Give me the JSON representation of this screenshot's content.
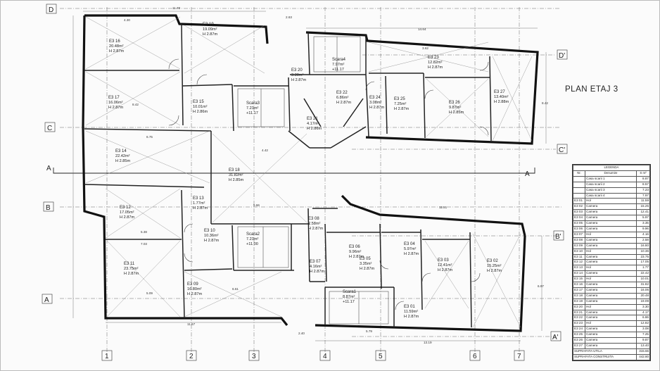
{
  "title": "PLAN ETAJ 3",
  "axes": {
    "rows": [
      "D",
      "C",
      "B",
      "A",
      "D'",
      "C'",
      "B'",
      "A'"
    ],
    "cols": [
      "1",
      "2",
      "3",
      "4",
      "5",
      "6",
      "7"
    ]
  },
  "section": {
    "left": "A",
    "right": "A"
  },
  "rooms": [
    {
      "code": "E3 16",
      "area": "20.48m²",
      "height": "H 2.87m"
    },
    {
      "code": "E3 19",
      "area": "19.09m²",
      "height": "H 2.87m"
    },
    {
      "code": "Scara4",
      "area": "7.97m²",
      "height": "+11.17"
    },
    {
      "code": "E3 20",
      "area": "3.30m²",
      "height": "H 2.87m"
    },
    {
      "code": "E3 23",
      "area": "12.82m²",
      "height": "H 2.87m"
    },
    {
      "code": "E3 17",
      "area": "16.06m²",
      "height": "H 2.87m"
    },
    {
      "code": "E3 15",
      "area": "10.01m²",
      "height": "H 2.86m"
    },
    {
      "code": "Scara3",
      "area": "7.23m²",
      "height": "+11.17"
    },
    {
      "code": "E3 21",
      "area": "4.17m²",
      "height": "H 2.86m"
    },
    {
      "code": "E3 22",
      "area": "6.86m²",
      "height": "H 2.87m"
    },
    {
      "code": "E3 24",
      "area": "3.08m²",
      "height": "H 2.87m"
    },
    {
      "code": "E3 25",
      "area": "7.25m²",
      "height": "H 2.87m"
    },
    {
      "code": "E3 26",
      "area": "9.87m²",
      "height": "H 2.85m"
    },
    {
      "code": "E3 27",
      "area": "13.40m²",
      "height": "H 2.88m"
    },
    {
      "code": "E3 14",
      "area": "22.42m²",
      "height": "H 2.85m"
    },
    {
      "code": "E3 18",
      "area": "31.82m²",
      "height": "H 2.85m"
    },
    {
      "code": "E3 13",
      "area": "1.77m²",
      "height": "H 2.87m"
    },
    {
      "code": "E3 12",
      "area": "17.05m²",
      "height": "H 2.87m"
    },
    {
      "code": "E3 08",
      "area": "2.58m²",
      "height": "H 2.87m"
    },
    {
      "code": "E3 10",
      "area": "10.36m²",
      "height": "H 2.87m"
    },
    {
      "code": "Scara2",
      "area": "7.23m²",
      "height": "+11.00"
    },
    {
      "code": "E3 11",
      "area": "23.75m²",
      "height": "H 2.87m"
    },
    {
      "code": "E3 06",
      "area": "9.96m²",
      "height": "H 2.87m"
    },
    {
      "code": "E3 04",
      "area": "5.97m²",
      "height": "H 2.87m"
    },
    {
      "code": "E3 03",
      "area": "12.41m²",
      "height": "H 2.87m"
    },
    {
      "code": "E3 02",
      "area": "15.25m²",
      "height": "H 2.87m"
    },
    {
      "code": "E3 07",
      "area": "4.16m²",
      "height": "H 2.87m"
    },
    {
      "code": "E3 05",
      "area": "3.35m²",
      "height": "H 2.87m"
    },
    {
      "code": "E3 09",
      "area": "16.80m²",
      "height": "H 2.87m"
    },
    {
      "code": "Scara1",
      "area": "8.87m²",
      "height": "+11.17"
    },
    {
      "code": "E3 01",
      "area": "11.59m²",
      "height": "H 2.87m"
    }
  ],
  "dimensions": {
    "top": [
      "11.70",
      "4.30",
      "2.63",
      "14.64",
      "3.62"
    ],
    "bottom": [
      "11.67",
      "2.40",
      "13.19",
      "5.79"
    ],
    "right": [
      "6.97",
      "8.42"
    ],
    "center": [
      "8.42",
      "4.42",
      "6.75",
      "5.66",
      "5.38",
      "11.51",
      "7.03",
      "6.61",
      "5.09"
    ]
  },
  "legend": {
    "title": "LEGENDA",
    "headers": [
      "Nr.",
      "Denumire",
      "S m²"
    ],
    "rows": [
      [
        "",
        "Casa scarii 1",
        "8.87"
      ],
      [
        "",
        "Casa scarii 2",
        "8.57"
      ],
      [
        "",
        "Casa scarii 3",
        "7.23"
      ],
      [
        "",
        "Casa scarii 4",
        "7.97"
      ],
      [
        "E3 01",
        "Hol",
        "11.59"
      ],
      [
        "E3 02",
        "Camera",
        "15.25"
      ],
      [
        "E3 03",
        "Camera",
        "12.41"
      ],
      [
        "E3 04",
        "Camera",
        "5.97"
      ],
      [
        "E3 05",
        "Camera",
        "3.35"
      ],
      [
        "E3 06",
        "Camera",
        "9.96"
      ],
      [
        "E3 07",
        "Hol",
        "4.16"
      ],
      [
        "E3 08",
        "Camera",
        "2.58"
      ],
      [
        "E3 09",
        "Camera",
        "16.80"
      ],
      [
        "E3 10",
        "Hol",
        "10.36"
      ],
      [
        "E3 11",
        "Camera",
        "23.75"
      ],
      [
        "E3 12",
        "Camera",
        "17.05"
      ],
      [
        "E3 13",
        "Hol",
        "1.77"
      ],
      [
        "E3 14",
        "Camera",
        "22.42"
      ],
      [
        "E3 15",
        "Hol",
        "10.01"
      ],
      [
        "E3 16",
        "Camera",
        "31.82"
      ],
      [
        "E3 17",
        "Camera",
        "16.06"
      ],
      [
        "E3 18",
        "Camera",
        "20.48"
      ],
      [
        "E3 19",
        "Camera",
        "19.09"
      ],
      [
        "E3 20",
        "Hol",
        "3.30"
      ],
      [
        "E3 21",
        "Camera",
        "4.17"
      ],
      [
        "E3 22",
        "Camera",
        "6.86"
      ],
      [
        "E3 23",
        "Hol",
        "12.82"
      ],
      [
        "E3 24",
        "Camera",
        "3.08"
      ],
      [
        "E3 25",
        "Camera",
        "7.25"
      ],
      [
        "E3 26",
        "Camera",
        "9.87"
      ],
      [
        "E3 27",
        "Camera",
        "13.40"
      ]
    ],
    "totals": [
      [
        "SUPRAFATA UTILA",
        "315.66"
      ],
      [
        "SUPRAFATA CONSTRUITA",
        "442.80"
      ]
    ]
  }
}
